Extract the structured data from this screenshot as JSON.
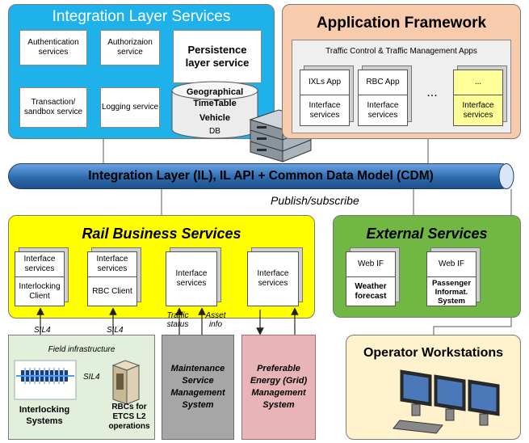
{
  "integration_services": {
    "title": "Integration Layer Services",
    "authentication": "Authentication services",
    "authorization": "Authorizaion service",
    "persistence": "Persistence layer service",
    "transaction": "Transaction/ sandbox service",
    "logging": "Logging service",
    "db_line1": "Geographical",
    "db_line2": "TimeTable",
    "db_line3": "Vehicle",
    "db_line4": "DB"
  },
  "app_framework": {
    "title": "Application Framework",
    "subtitle": "Traffic Control & Traffic Management Apps",
    "ixls_app": "IXLs App",
    "rbc_app": "RBC App",
    "more_app": "...",
    "ellipsis": "...",
    "interface_services": "Interface services"
  },
  "il_bus": {
    "label": "Integration Layer (IL), IL API + Common Data Model (CDM)",
    "publish": "Publish/subscribe"
  },
  "rail_business": {
    "title": "Rail Business Services",
    "interface_services": "Interface services",
    "interlocking_client": "Interlocking Client",
    "rbc_client": "RBC Client"
  },
  "external_services": {
    "title": "External Services",
    "web_if": "Web IF",
    "weather": "Weather forecast",
    "passenger": "Passenger Informat. System"
  },
  "labels": {
    "sil4": "SIL4",
    "traffic_status": "Traffic status",
    "asset_info": "Asset info"
  },
  "field": {
    "title": "Field infrastructure",
    "interlocking": "Interlocking Systems",
    "rbcs": "RBCs for ETCS L2 operations",
    "sil4": "SIL4"
  },
  "maintenance": "Maintenance Service Management System",
  "energy": "Preferable Energy (Grid) Management System",
  "operator": "Operator Workstations",
  "colors": {
    "ils_blue": "#1fb1ea",
    "app_orange": "#f8cbad",
    "bus_blue": "#2e6bb0",
    "rail_yellow": "#ffff00",
    "ext_green": "#70b843",
    "field_green": "#e2efda",
    "maint_gray": "#a6a6a6",
    "energy_pink": "#e8b4b8",
    "operator_beige": "#fff2cc"
  }
}
